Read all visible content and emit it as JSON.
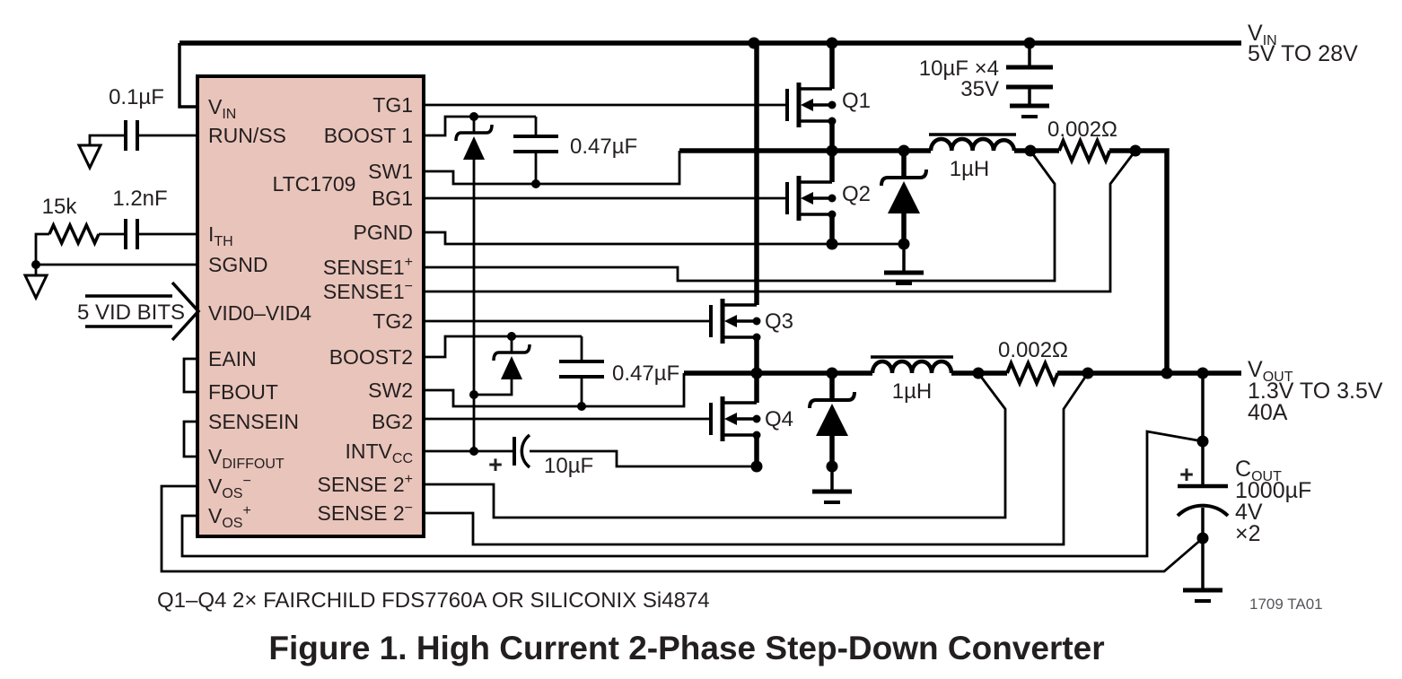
{
  "ic": {
    "part_number": "LTC1709",
    "left_pins": [
      {
        "main": "V",
        "sub": "IN"
      },
      {
        "main": "RUN/SS"
      },
      {
        "main": "I",
        "sub": "TH"
      },
      {
        "main": "SGND"
      },
      {
        "main": "VID0–VID4"
      },
      {
        "main": "EAIN"
      },
      {
        "main": "FBOUT"
      },
      {
        "main": "SENSEIN"
      },
      {
        "main": "V",
        "sub": "DIFFOUT"
      },
      {
        "main": "V",
        "sub": "OS",
        "sup": "−"
      },
      {
        "main": "V",
        "sub": "OS",
        "sup": "+"
      }
    ],
    "right_pins": [
      {
        "main": "TG1"
      },
      {
        "main": "BOOST 1"
      },
      {
        "main": "SW1"
      },
      {
        "main": "BG1"
      },
      {
        "main": "PGND"
      },
      {
        "main": "SENSE1",
        "sup": "+"
      },
      {
        "main": "SENSE1",
        "sup": "−"
      },
      {
        "main": "TG2"
      },
      {
        "main": "BOOST2"
      },
      {
        "main": "SW2"
      },
      {
        "main": "BG2"
      },
      {
        "main": "INTV",
        "sub": "CC"
      },
      {
        "main": "SENSE 2",
        "sup": "+"
      },
      {
        "main": "SENSE 2",
        "sup": "−"
      }
    ]
  },
  "components": {
    "run_ss_cap": "0.1µF",
    "ith_resistor": "15k",
    "ith_cap": "1.2nF",
    "vid_bus": "5 VID BITS",
    "boost1_cap": "0.47µF",
    "boost2_cap": "0.47µF",
    "intvcc_cap": "10µF",
    "intvcc_cap_polarity": "+",
    "input_cap_value": "10µF ×4",
    "input_cap_voltage": "35V",
    "q1": "Q1",
    "q2": "Q2",
    "q3": "Q3",
    "q4": "Q4",
    "l1": "1µH",
    "l2": "1µH",
    "sense_r1": "0.002Ω",
    "sense_r2": "0.002Ω",
    "cout_polarity": "+"
  },
  "rails": {
    "vin": {
      "main": "V",
      "sub": "IN"
    },
    "vin_range": "5V TO 28V",
    "vout": {
      "main": "V",
      "sub": "OUT"
    },
    "vout_range": "1.3V TO 3.5V",
    "vout_current": "40A",
    "cout": {
      "main": "C",
      "sub": "OUT"
    },
    "cout_value": "1000µF",
    "cout_voltage": "4V",
    "cout_qty": "×2"
  },
  "footer": {
    "note": "Q1–Q4 2× FAIRCHILD FDS7760A OR SILICONIX Si4874",
    "fig_ref": "1709 TA01",
    "title": "Figure 1. High Current 2-Phase Step-Down Converter"
  },
  "colors": {
    "ic_fill": "#e9c4ba",
    "line": "#000000",
    "text": "#231f20"
  }
}
